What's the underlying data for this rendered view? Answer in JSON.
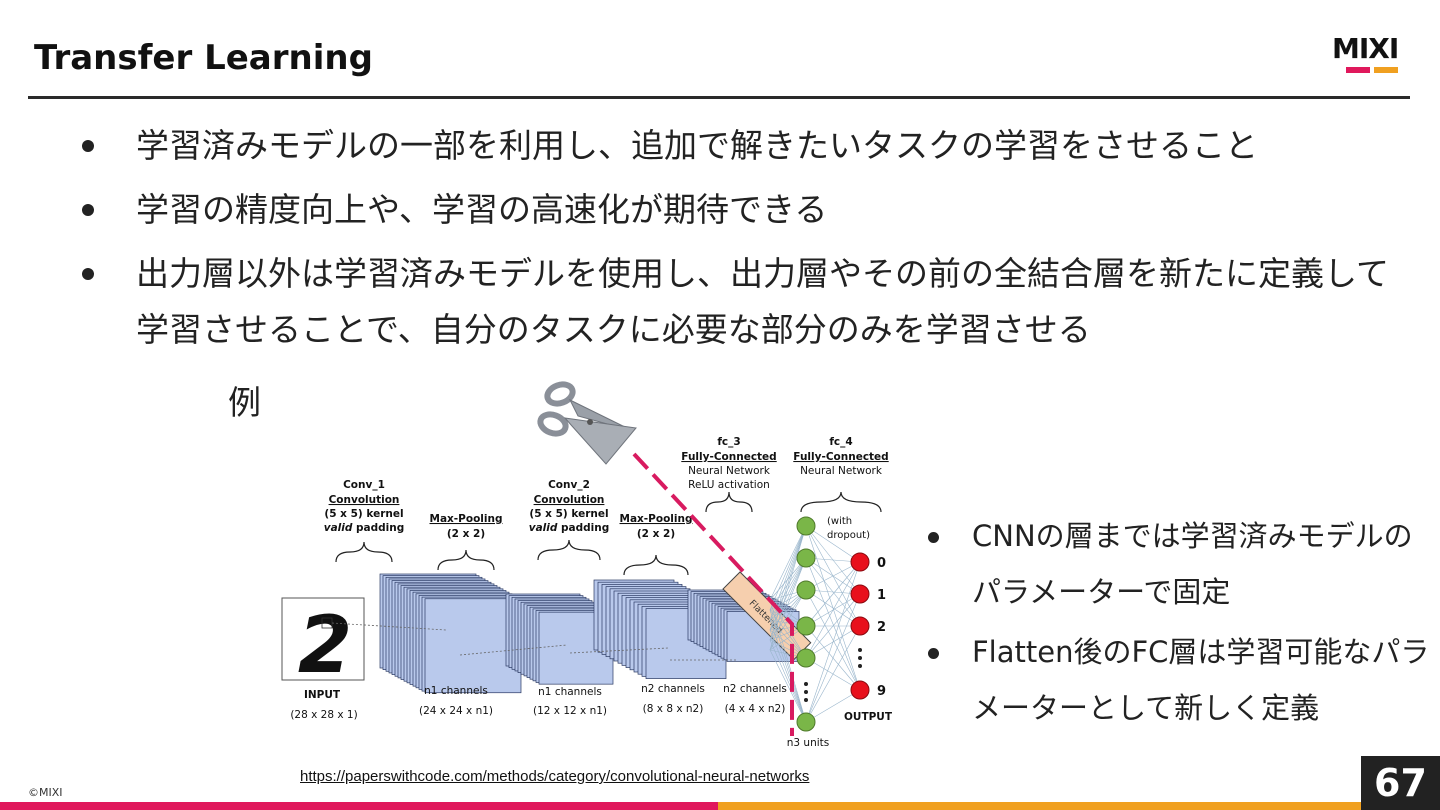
{
  "slide": {
    "title": "Transfer Learning",
    "logo_text": "MIXI",
    "bullets": [
      "学習済みモデルの一部を利用し、追加で解きたいタスクの学習をさせること",
      "学習の精度向上や、学習の高速化が期待できる",
      "出力層以外は学習済みモデルを使用し、出力層やその前の全結合層を新たに定義して学習させることで、自分のタスクに必要な部分のみを学習させる"
    ],
    "example_label": "例",
    "side_bullets": [
      "CNNの層までは学習済みモデルのパラメーターで固定",
      "Flatten後のFC層は学習可能なパラメーターとして新しく定義"
    ],
    "source_link": "https://paperswithcode.com/methods/category/convolutional-neural-networks",
    "copyright": "©MIXI",
    "page_number": "67"
  },
  "diagram": {
    "conv1": {
      "name": "Conv_1",
      "type": "Convolution",
      "kernel": "(5 x 5) kernel",
      "padding_em": "valid",
      "padding": " padding"
    },
    "pool1": {
      "type": "Max-Pooling",
      "size": "(2 x 2)"
    },
    "conv2": {
      "name": "Conv_2",
      "type": "Convolution",
      "kernel": "(5 x 5) kernel",
      "padding_em": "valid",
      "padding": " padding"
    },
    "pool2": {
      "type": "Max-Pooling",
      "size": "(2 x 2)"
    },
    "fc3": {
      "name": "fc_3",
      "type": "Fully-Connected",
      "desc1": "Neural Network",
      "desc2": "ReLU activation"
    },
    "fc4": {
      "name": "fc_4",
      "type": "Fully-Connected",
      "desc1": "Neural Network",
      "dropout1": "(with",
      "dropout2": "dropout)"
    },
    "flattened": "Flattened",
    "input": {
      "label": "INPUT",
      "dims": "(28 x 28 x 1)",
      "digit": "2"
    },
    "stacks": [
      {
        "channels": "n1 channels",
        "dims": "(24 x 24 x n1)"
      },
      {
        "channels": "n1 channels",
        "dims": "(12 x 12 x n1)"
      },
      {
        "channels": "n2 channels",
        "dims": "(8 x 8 x n2)"
      },
      {
        "channels": "n2 channels",
        "dims": "(4 x 4 x n2)"
      }
    ],
    "units": "n3 units",
    "outputs": [
      "0",
      "1",
      "2",
      "9"
    ],
    "output_label": "OUTPUT",
    "colors": {
      "layer": "#b9c9ec",
      "hidden": "#7ab648",
      "output": "#e8101c",
      "cut_line": "#d81b60",
      "flatten": "#f6cfae"
    }
  }
}
